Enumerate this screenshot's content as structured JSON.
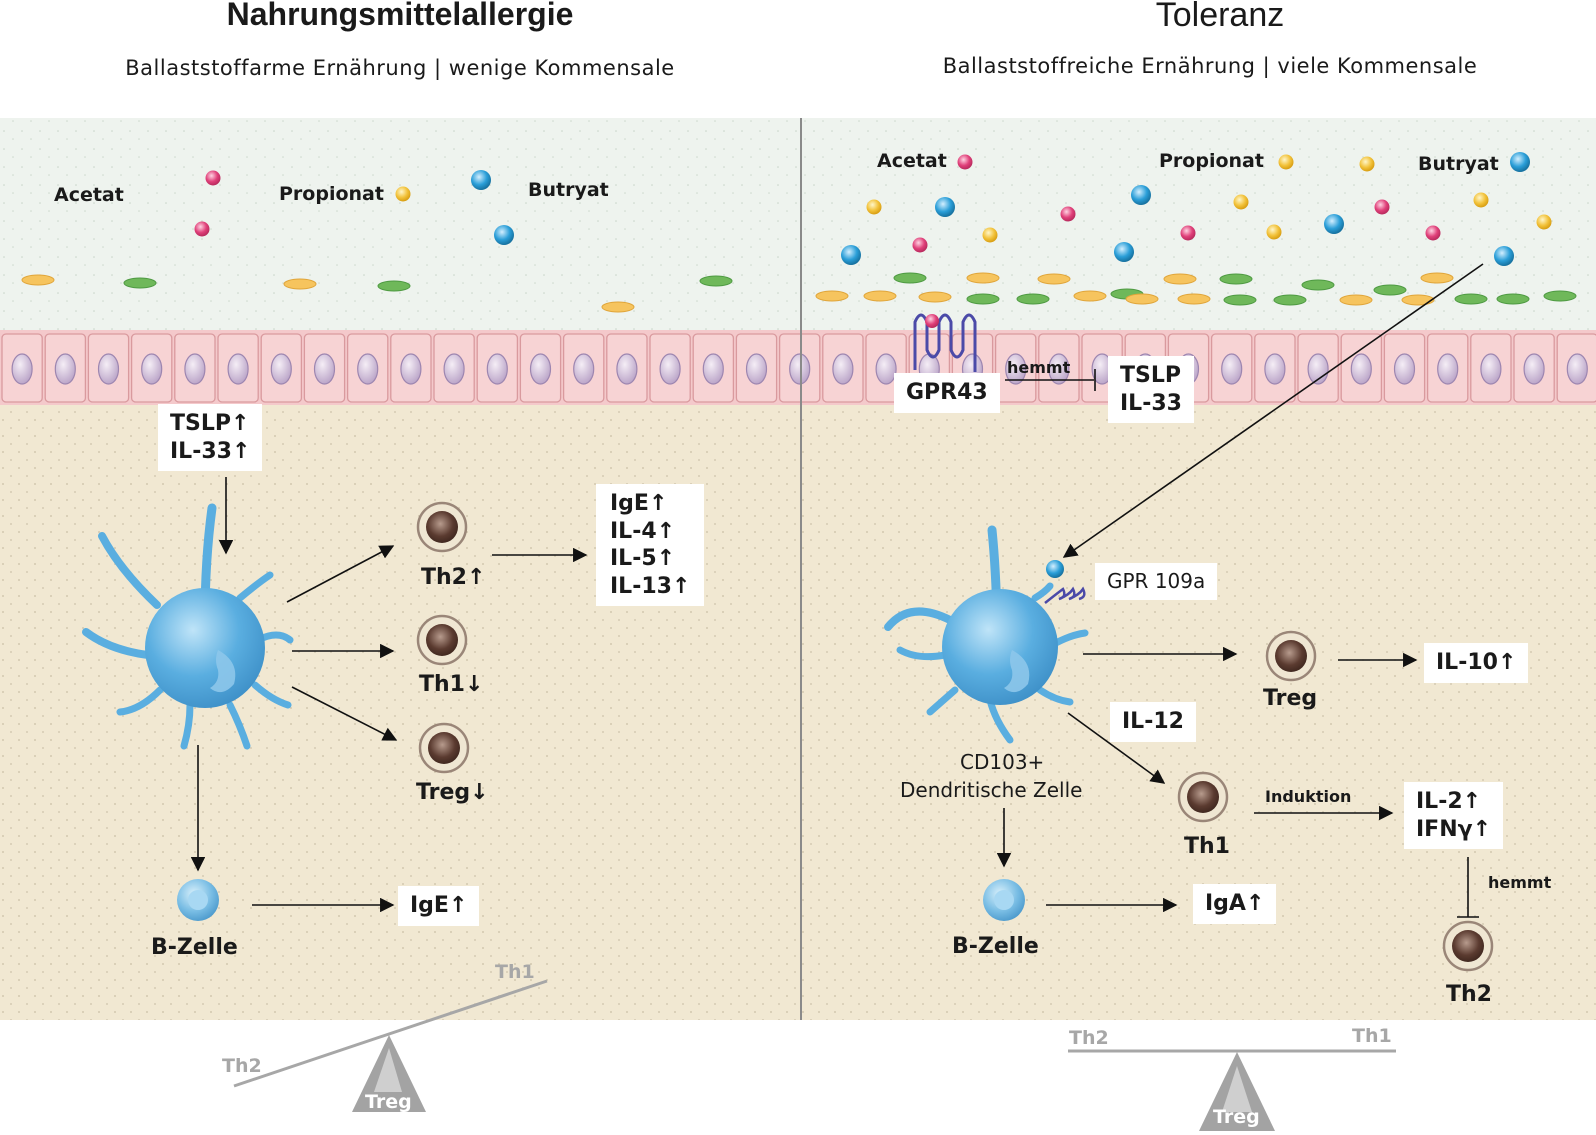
{
  "left": {
    "title": "Nahrungsmittelallergie",
    "subtitle": "Ballaststoffarme Ernährung | wenige Kommensale",
    "acetat": "Acetat",
    "propionat": "Propionat",
    "butryat": "Butryat",
    "tslp": "TSLP↑",
    "il33": "IL-33↑",
    "th2": "Th2↑",
    "th1": "Th1↓",
    "treg": "Treg↓",
    "cytokines": [
      "IgE↑",
      "IL-4↑",
      "IL-5↑",
      "IL-13↑"
    ],
    "bzelle": "B-Zelle",
    "ige": "IgE↑",
    "scale_th1": "Th1",
    "scale_th2": "Th2",
    "scale_treg": "Treg"
  },
  "right": {
    "title": "Toleranz",
    "subtitle": "Ballaststoffreiche Ernährung | viele Kommensale",
    "acetat": "Acetat",
    "propionat": "Propionat",
    "butryat": "Butryat",
    "gpr43": "GPR43",
    "hemmt1": "hemmt",
    "tslp": "TSLP",
    "il33": "IL-33",
    "gpr109a": "GPR 109a",
    "treg": "Treg",
    "il10": "IL-10↑",
    "il12": "IL-12",
    "dc_line1": "CD103+",
    "dc_line2": "Dendritische Zelle",
    "th1": "Th1",
    "induktion": "Induktion",
    "il2": "IL-2↑",
    "ifny": "IFNγ↑",
    "hemmt2": "hemmt",
    "th2": "Th2",
    "bzelle": "B-Zelle",
    "iga": "IgA↑",
    "scale_th2": "Th2",
    "scale_th1": "Th1",
    "scale_treg": "Treg"
  },
  "colors": {
    "acetat": "#e0407a",
    "propionat": "#f2c23a",
    "butryat": "#2a9ed8",
    "lumen": "#eef3ee",
    "tissue": "#f1e8d2",
    "epithelium": "#f4c9cb",
    "dendritic": "#5aaee0",
    "tcell": "#6b4a3c"
  }
}
